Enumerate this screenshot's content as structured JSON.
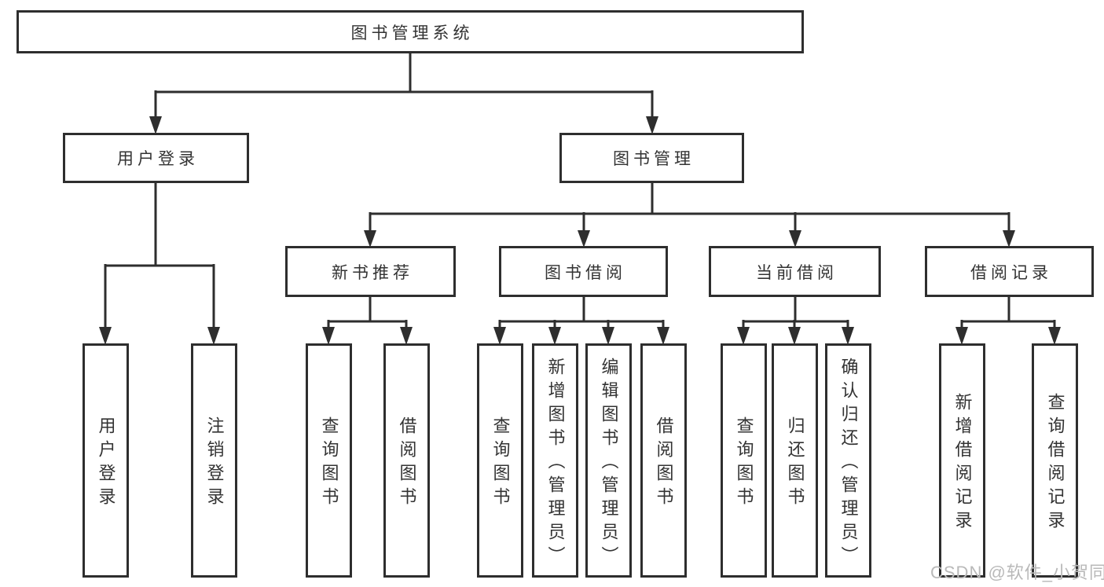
{
  "tree": {
    "root": {
      "label": "图书管理系统",
      "children": [
        {
          "label": "用户登录",
          "children": [
            {
              "label": "用户登录"
            },
            {
              "label": "注销登录"
            }
          ]
        },
        {
          "label": "图书管理",
          "children": [
            {
              "label": "新书推荐",
              "children": [
                {
                  "label": "查询图书"
                },
                {
                  "label": "借阅图书"
                }
              ]
            },
            {
              "label": "图书借阅",
              "children": [
                {
                  "label": "查询图书"
                },
                {
                  "label": "新增图书（管理员）"
                },
                {
                  "label": "编辑图书（管理员）"
                },
                {
                  "label": "借阅图书"
                }
              ]
            },
            {
              "label": "当前借阅",
              "children": [
                {
                  "label": "查询图书"
                },
                {
                  "label": "归还图书"
                },
                {
                  "label": "确认归还（管理员）"
                }
              ]
            },
            {
              "label": "借阅记录",
              "children": [
                {
                  "label": "新增借阅记录"
                },
                {
                  "label": "查询借阅记录"
                }
              ]
            }
          ]
        }
      ]
    }
  },
  "watermark": {
    "text": "CSDN @软件_小贺同学"
  },
  "colors": {
    "node_border": "#2e2e2e",
    "connector": "#2e2e2e",
    "text": "#333333",
    "watermark": "#b9b9b9",
    "background": "#ffffff"
  }
}
